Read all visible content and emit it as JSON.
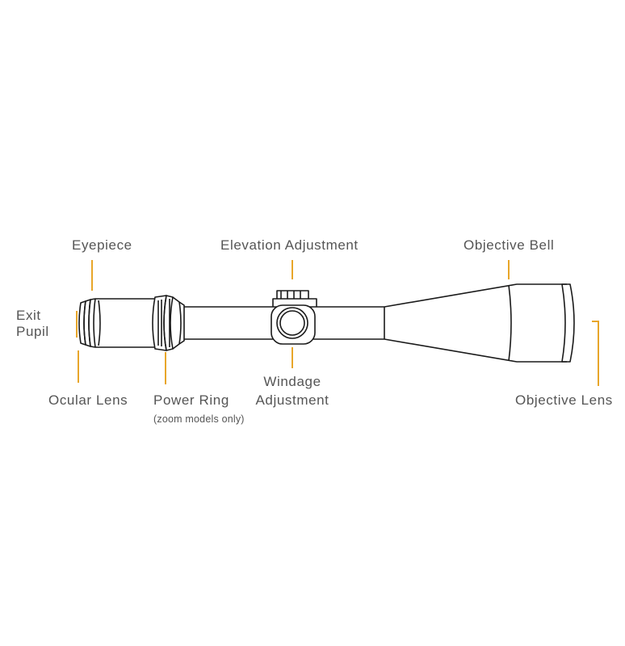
{
  "labels": {
    "eyepiece": "Eyepiece",
    "exit_pupil_line1": "Exit",
    "exit_pupil_line2": "Pupil",
    "ocular_lens": "Ocular Lens",
    "power_ring": "Power Ring",
    "power_ring_note": "(zoom models only)",
    "elevation_adjustment": "Elevation Adjustment",
    "windage_line1": "Windage",
    "windage_line2": "Adjustment",
    "objective_bell": "Objective Bell",
    "objective_lens": "Objective Lens"
  },
  "colors": {
    "leader_line": "#E8A62A",
    "outline": "#1a1a1a",
    "text": "#555555"
  }
}
